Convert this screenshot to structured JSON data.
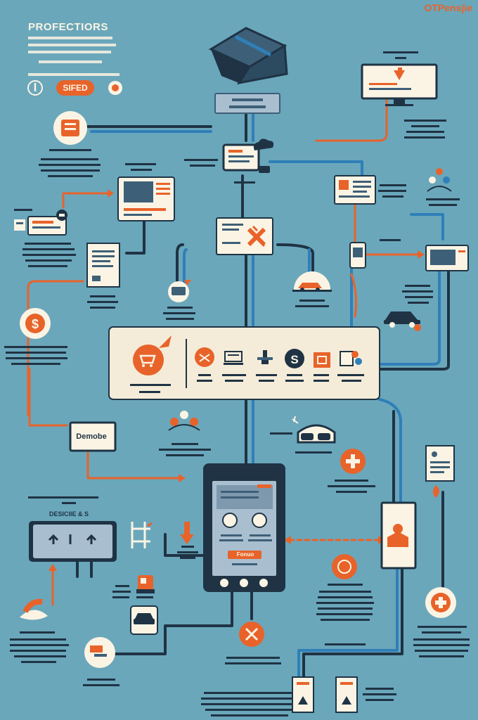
{
  "header": {
    "title": "PROFECTIORS",
    "brand": "OTPensjie",
    "badge": "SIFED"
  },
  "labels": {
    "demo_screen": "Demobe",
    "screen_caption": "DESICIIE & S",
    "phone_button": "Fonuo"
  },
  "colors": {
    "background": "#6aa7bb",
    "navy": "#1f3344",
    "cream": "#fbf4e4",
    "orange": "#e8632a",
    "blue": "#2f7fb8",
    "slate": "#3e5f78"
  },
  "icons": [
    "server-box-icon",
    "laptop-icon",
    "monitor-icon",
    "dollar-icon",
    "shopping-cart-icon",
    "car-icon",
    "smartphone-icon",
    "document-icon",
    "medical-cross-icon",
    "person-icon",
    "people-icon",
    "flag-icon",
    "graph-icon"
  ]
}
